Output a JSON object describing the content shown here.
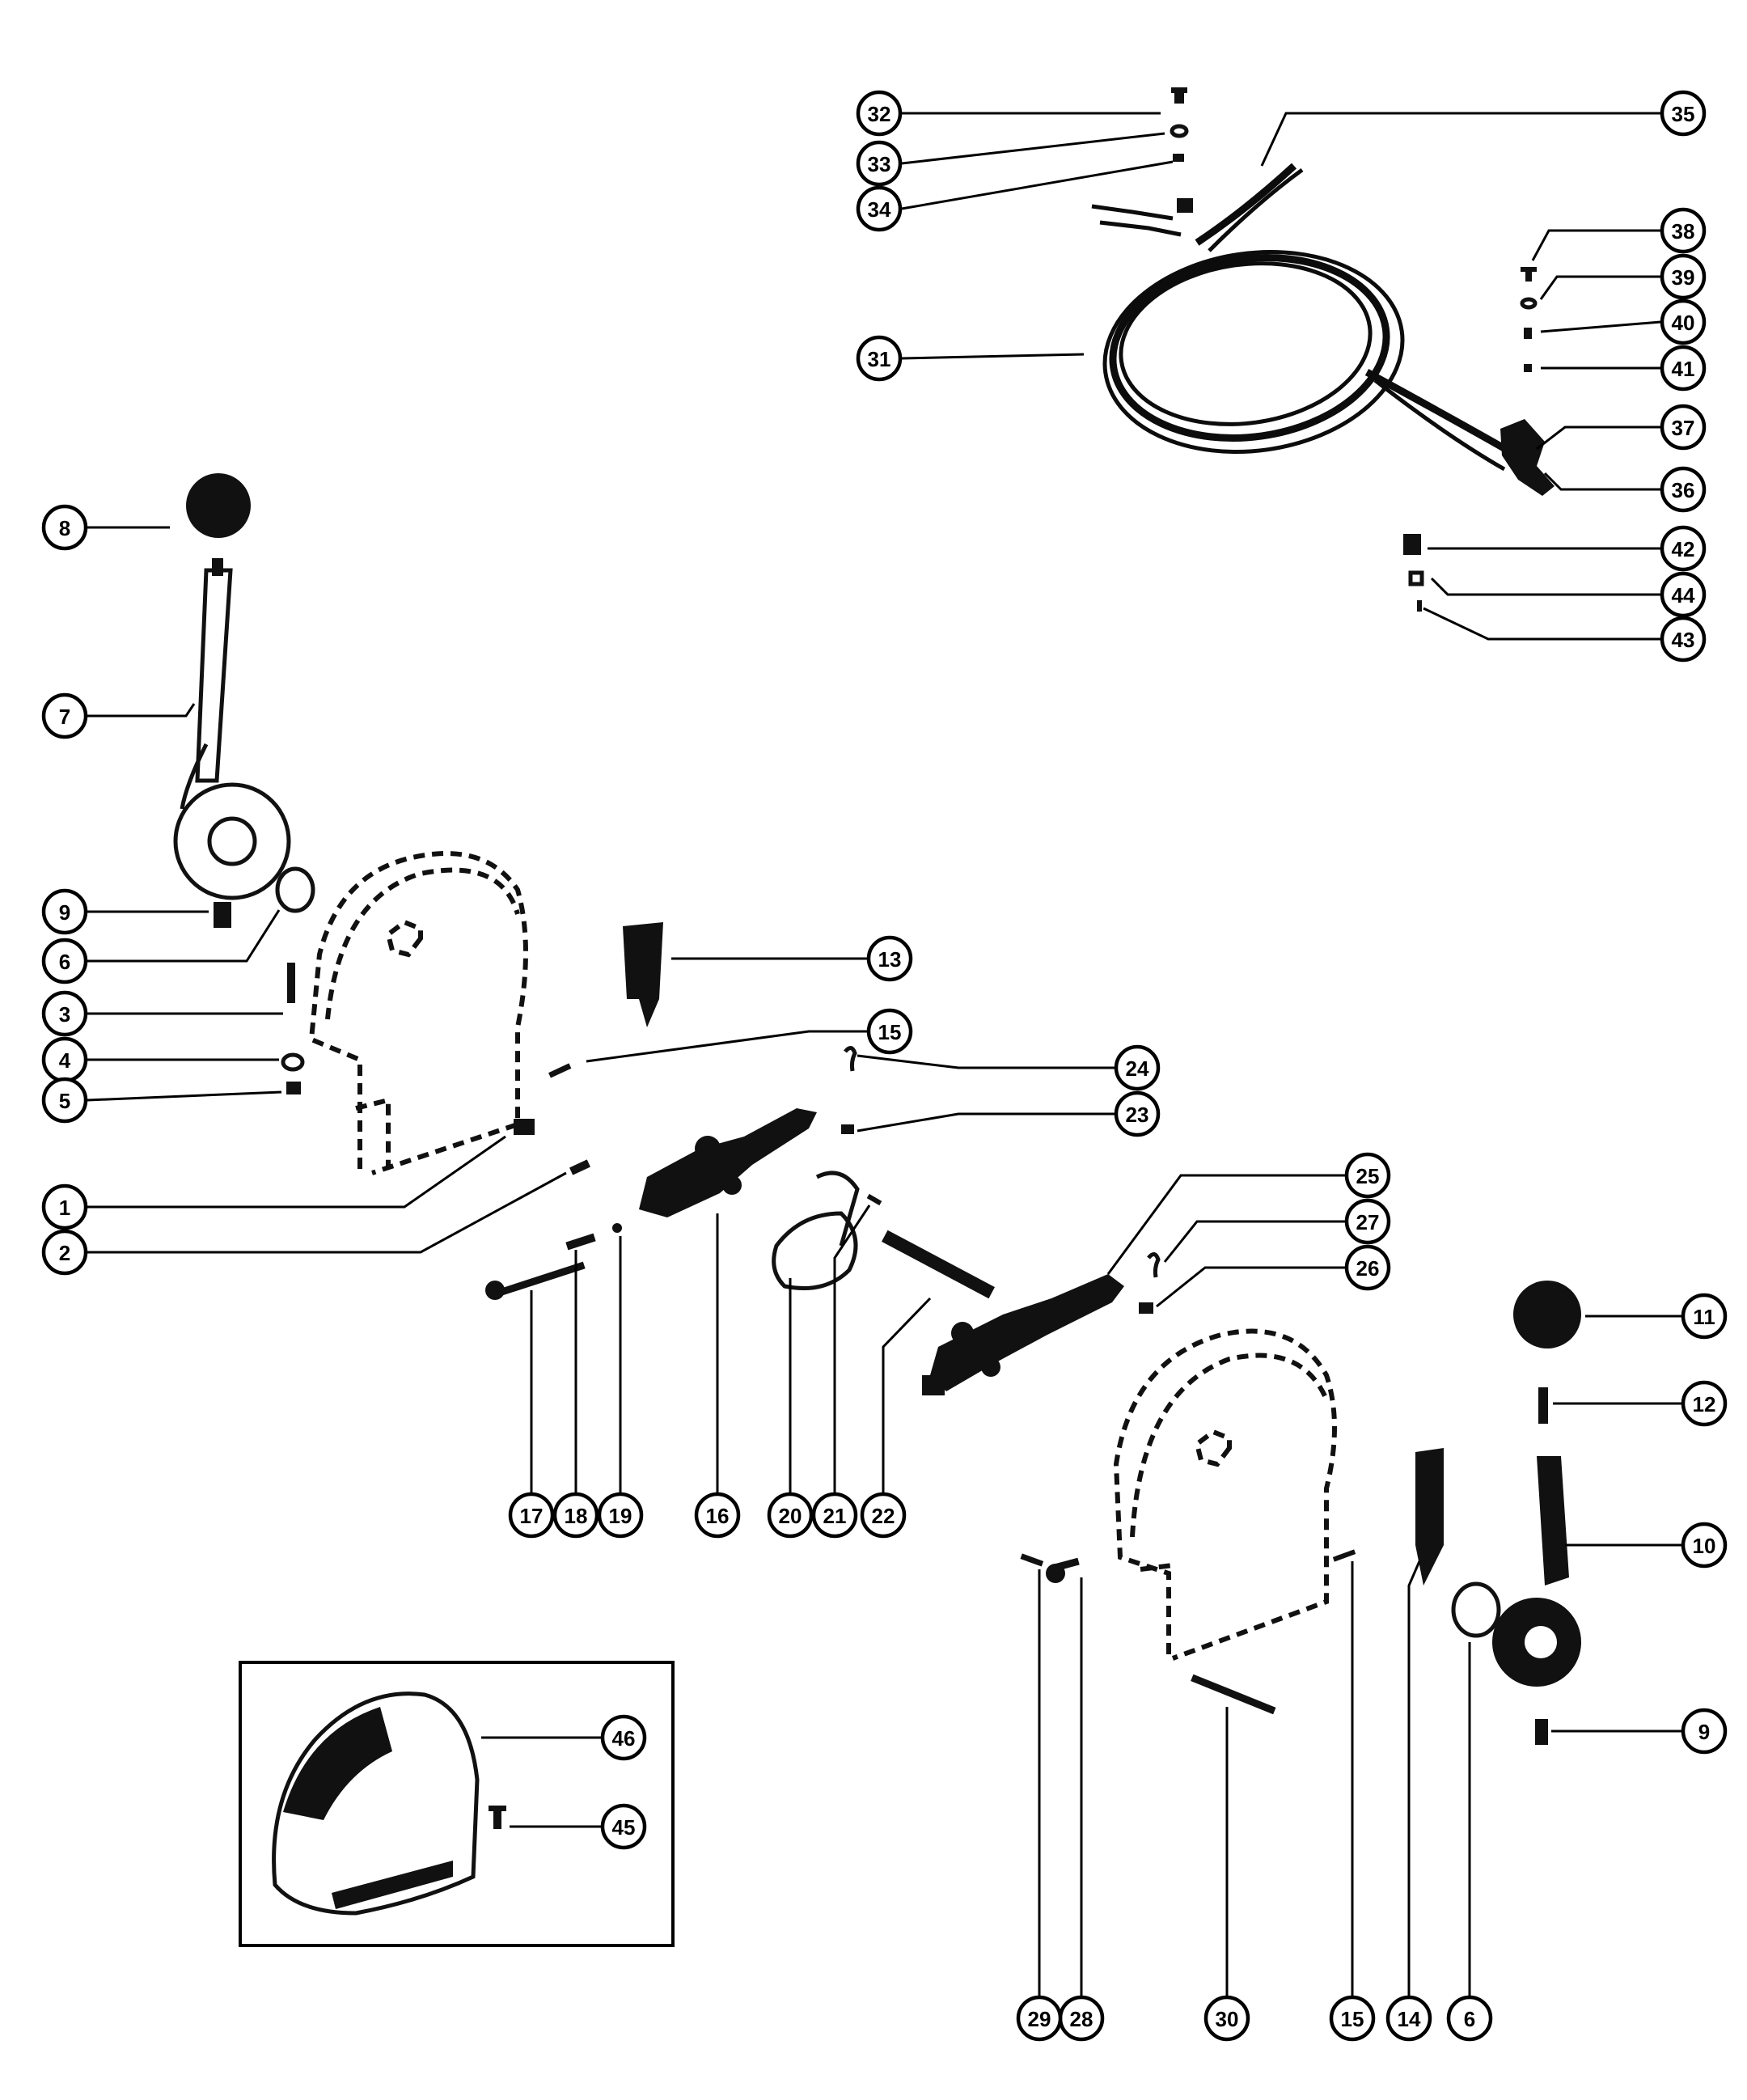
{
  "colors": {
    "ink": "#000000",
    "paper": "#ffffff"
  },
  "callouts": [
    {
      "id": "1",
      "label": "1"
    },
    {
      "id": "2",
      "label": "2"
    },
    {
      "id": "3",
      "label": "3"
    },
    {
      "id": "4",
      "label": "4"
    },
    {
      "id": "5",
      "label": "5"
    },
    {
      "id": "6a",
      "label": "6"
    },
    {
      "id": "6b",
      "label": "6"
    },
    {
      "id": "7",
      "label": "7"
    },
    {
      "id": "8",
      "label": "8"
    },
    {
      "id": "9a",
      "label": "9"
    },
    {
      "id": "9b",
      "label": "9"
    },
    {
      "id": "10",
      "label": "10"
    },
    {
      "id": "11",
      "label": "11"
    },
    {
      "id": "12",
      "label": "12"
    },
    {
      "id": "13",
      "label": "13"
    },
    {
      "id": "14",
      "label": "14"
    },
    {
      "id": "15a",
      "label": "15"
    },
    {
      "id": "15b",
      "label": "15"
    },
    {
      "id": "16",
      "label": "16"
    },
    {
      "id": "17",
      "label": "17"
    },
    {
      "id": "18",
      "label": "18"
    },
    {
      "id": "19",
      "label": "19"
    },
    {
      "id": "20",
      "label": "20"
    },
    {
      "id": "21",
      "label": "21"
    },
    {
      "id": "22",
      "label": "22"
    },
    {
      "id": "23",
      "label": "23"
    },
    {
      "id": "24",
      "label": "24"
    },
    {
      "id": "25",
      "label": "25"
    },
    {
      "id": "26",
      "label": "26"
    },
    {
      "id": "27",
      "label": "27"
    },
    {
      "id": "28",
      "label": "28"
    },
    {
      "id": "29",
      "label": "29"
    },
    {
      "id": "30",
      "label": "30"
    },
    {
      "id": "31",
      "label": "31"
    },
    {
      "id": "32",
      "label": "32"
    },
    {
      "id": "33",
      "label": "33"
    },
    {
      "id": "34",
      "label": "34"
    },
    {
      "id": "35",
      "label": "35"
    },
    {
      "id": "36",
      "label": "36"
    },
    {
      "id": "37",
      "label": "37"
    },
    {
      "id": "38",
      "label": "38"
    },
    {
      "id": "39",
      "label": "39"
    },
    {
      "id": "40",
      "label": "40"
    },
    {
      "id": "41",
      "label": "41"
    },
    {
      "id": "42",
      "label": "42"
    },
    {
      "id": "43",
      "label": "43"
    },
    {
      "id": "44",
      "label": "44"
    },
    {
      "id": "45",
      "label": "45"
    },
    {
      "id": "46",
      "label": "46"
    }
  ]
}
